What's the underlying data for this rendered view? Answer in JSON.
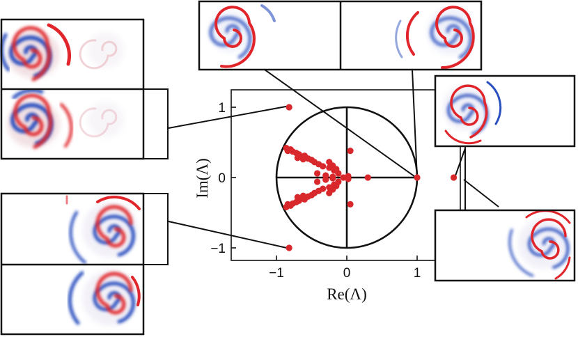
{
  "chart_data": {
    "type": "scatter",
    "xlabel": "Re(Λ)",
    "ylabel": "Im(Λ)",
    "xlim": [
      -1.6,
      1.6
    ],
    "ylim": [
      -1.2,
      1.2
    ],
    "xticks": [
      {
        "value": -1,
        "label": "−1"
      },
      {
        "value": 0,
        "label": "0"
      },
      {
        "value": 1,
        "label": "1"
      }
    ],
    "yticks": [
      {
        "value": 1,
        "label": "1"
      },
      {
        "value": 0,
        "label": "0"
      },
      {
        "value": -1,
        "label": "−1"
      }
    ],
    "unit_circle": true,
    "marker_color": "#d8282c",
    "points": [
      {
        "x": -0.82,
        "y": 1.0
      },
      {
        "x": -0.82,
        "y": -1.0
      },
      {
        "x": 1.0,
        "y": 0.0
      },
      {
        "x": 1.52,
        "y": 0.0
      },
      {
        "x": 0.3,
        "y": 0.0
      },
      {
        "x": 0.05,
        "y": 0.38
      },
      {
        "x": 0.05,
        "y": -0.38
      },
      {
        "x": -0.05,
        "y": 0.0
      },
      {
        "x": 0.02,
        "y": 0.02
      },
      {
        "x": 0.02,
        "y": -0.02
      },
      {
        "x": -0.86,
        "y": 0.42
      },
      {
        "x": -0.84,
        "y": 0.38
      },
      {
        "x": -0.8,
        "y": 0.4
      },
      {
        "x": -0.77,
        "y": 0.37
      },
      {
        "x": -0.72,
        "y": 0.35
      },
      {
        "x": -0.68,
        "y": 0.33
      },
      {
        "x": -0.7,
        "y": 0.28
      },
      {
        "x": -0.66,
        "y": 0.3
      },
      {
        "x": -0.6,
        "y": 0.31
      },
      {
        "x": -0.62,
        "y": 0.26
      },
      {
        "x": -0.55,
        "y": 0.27
      },
      {
        "x": -0.5,
        "y": 0.25
      },
      {
        "x": -0.46,
        "y": 0.22
      },
      {
        "x": -0.4,
        "y": 0.19
      },
      {
        "x": -0.34,
        "y": 0.16
      },
      {
        "x": -0.25,
        "y": 0.14
      },
      {
        "x": -0.18,
        "y": 0.1
      },
      {
        "x": -0.12,
        "y": 0.06
      },
      {
        "x": -0.25,
        "y": 0.22
      },
      {
        "x": -0.2,
        "y": 0.17
      },
      {
        "x": -0.15,
        "y": 0.12
      },
      {
        "x": -0.42,
        "y": 0.06
      },
      {
        "x": -0.3,
        "y": 0.03
      },
      {
        "x": -0.2,
        "y": 0.01
      },
      {
        "x": -0.86,
        "y": -0.42
      },
      {
        "x": -0.84,
        "y": -0.38
      },
      {
        "x": -0.8,
        "y": -0.4
      },
      {
        "x": -0.77,
        "y": -0.37
      },
      {
        "x": -0.72,
        "y": -0.35
      },
      {
        "x": -0.68,
        "y": -0.33
      },
      {
        "x": -0.7,
        "y": -0.28
      },
      {
        "x": -0.66,
        "y": -0.3
      },
      {
        "x": -0.6,
        "y": -0.31
      },
      {
        "x": -0.62,
        "y": -0.26
      },
      {
        "x": -0.55,
        "y": -0.27
      },
      {
        "x": -0.5,
        "y": -0.25
      },
      {
        "x": -0.46,
        "y": -0.22
      },
      {
        "x": -0.4,
        "y": -0.19
      },
      {
        "x": -0.34,
        "y": -0.16
      },
      {
        "x": -0.25,
        "y": -0.14
      },
      {
        "x": -0.18,
        "y": -0.1
      },
      {
        "x": -0.12,
        "y": -0.06
      },
      {
        "x": -0.25,
        "y": -0.22
      },
      {
        "x": -0.2,
        "y": -0.17
      },
      {
        "x": -0.15,
        "y": -0.12
      },
      {
        "x": -0.42,
        "y": -0.06
      },
      {
        "x": -0.3,
        "y": -0.03
      },
      {
        "x": -0.2,
        "y": -0.01
      }
    ]
  },
  "insets": [
    {
      "id": "inset-top-center",
      "colors": [
        "#e0252b",
        "#2a4fbf"
      ]
    },
    {
      "id": "inset-top-left-pair",
      "colors": [
        "#e0252b",
        "#2a4fbf"
      ]
    },
    {
      "id": "inset-bottom-left-pair",
      "colors": [
        "#e0252b",
        "#2a4fbf"
      ]
    },
    {
      "id": "inset-right-top",
      "colors": [
        "#e0252b",
        "#2a4fbf"
      ]
    },
    {
      "id": "inset-right-bottom",
      "colors": [
        "#e0252b",
        "#2a4fbf"
      ]
    }
  ]
}
